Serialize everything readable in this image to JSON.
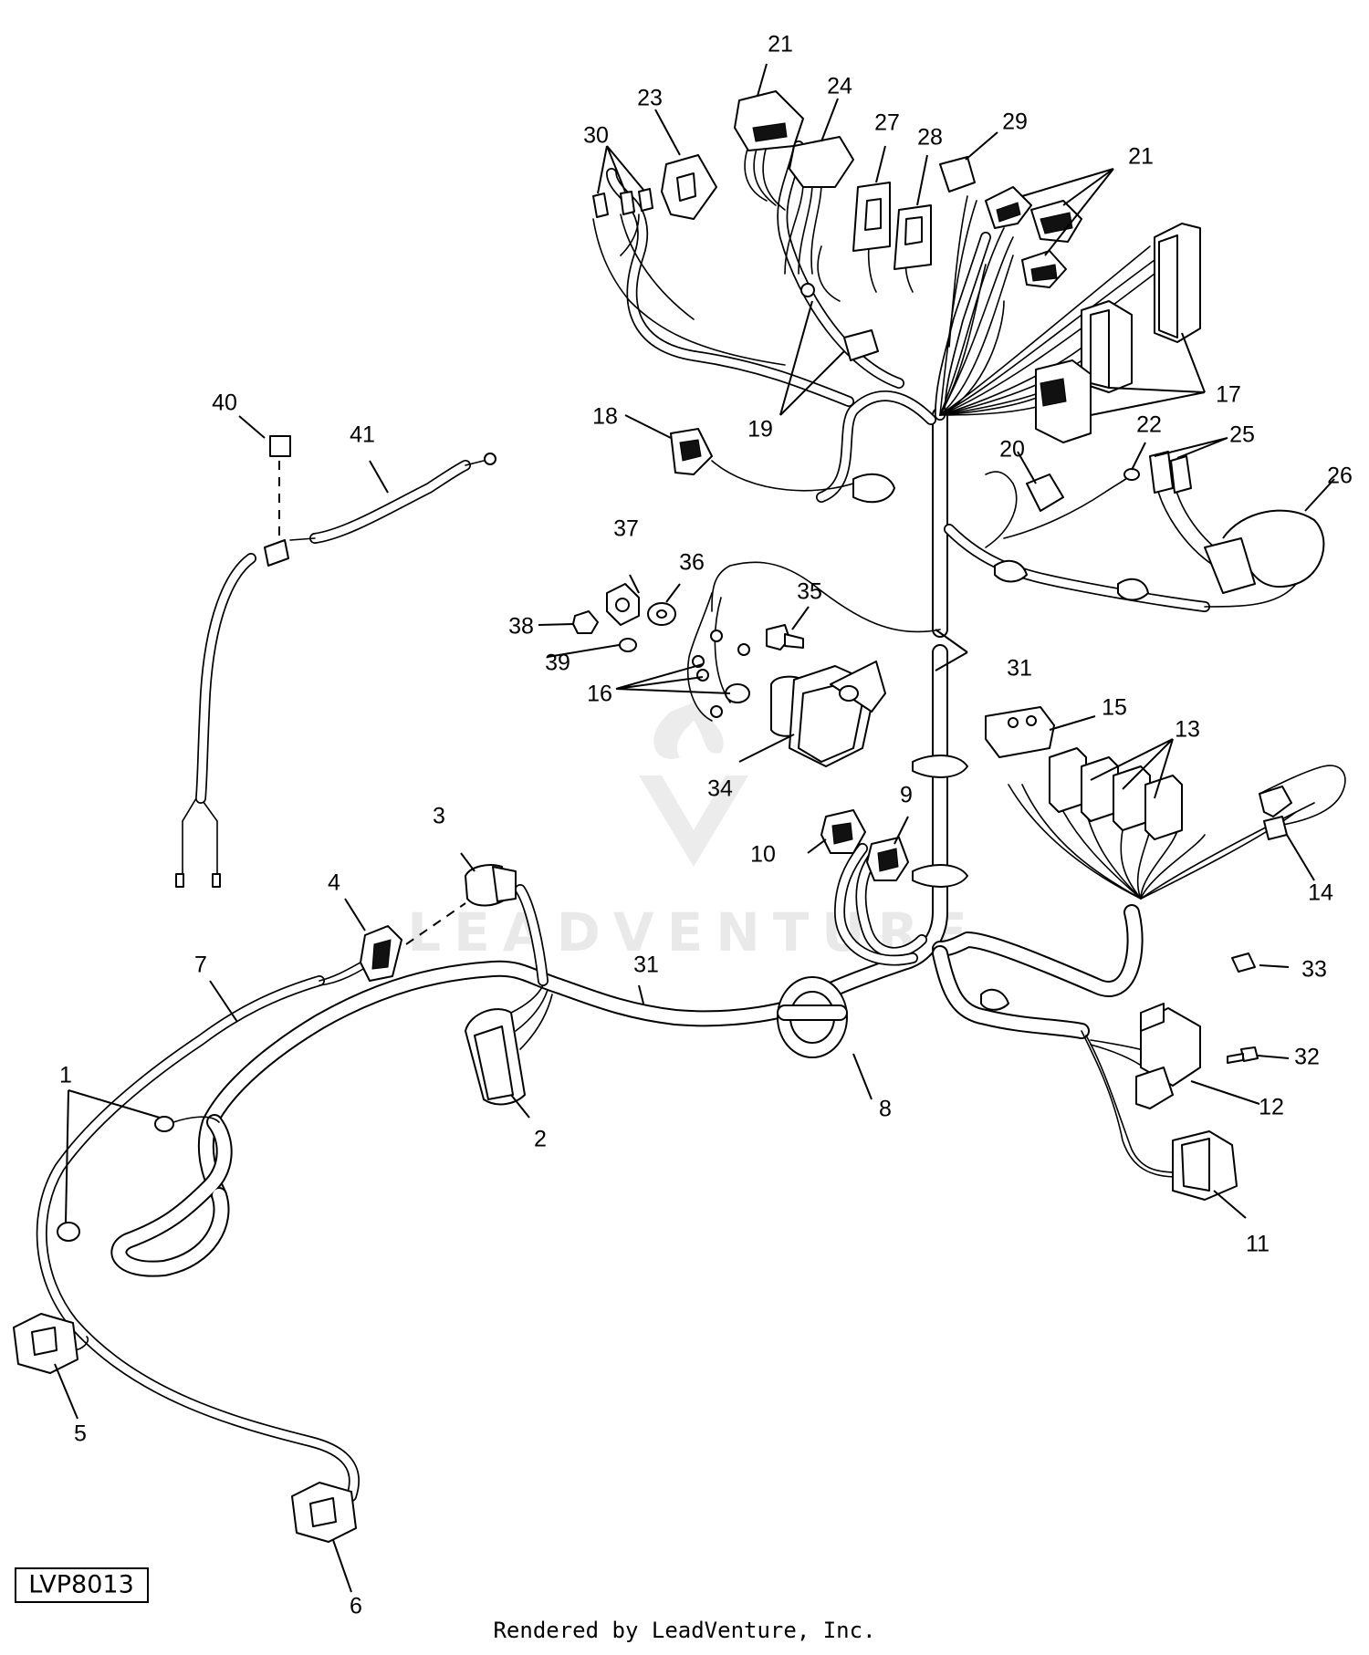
{
  "diagram": {
    "callouts": [
      "1",
      "2",
      "3",
      "4",
      "5",
      "6",
      "7",
      "8",
      "9",
      "10",
      "11",
      "12",
      "13",
      "14",
      "15",
      "16",
      "17",
      "18",
      "19",
      "20",
      "21",
      "22",
      "23",
      "24",
      "25",
      "26",
      "27",
      "28",
      "29",
      "30",
      "31",
      "32",
      "33",
      "34",
      "35",
      "36",
      "37",
      "38",
      "39",
      "40",
      "41"
    ],
    "figure_code": "LVP8013",
    "watermark": "LEADVENTURE",
    "footer": "Rendered by LeadVenture, Inc."
  }
}
